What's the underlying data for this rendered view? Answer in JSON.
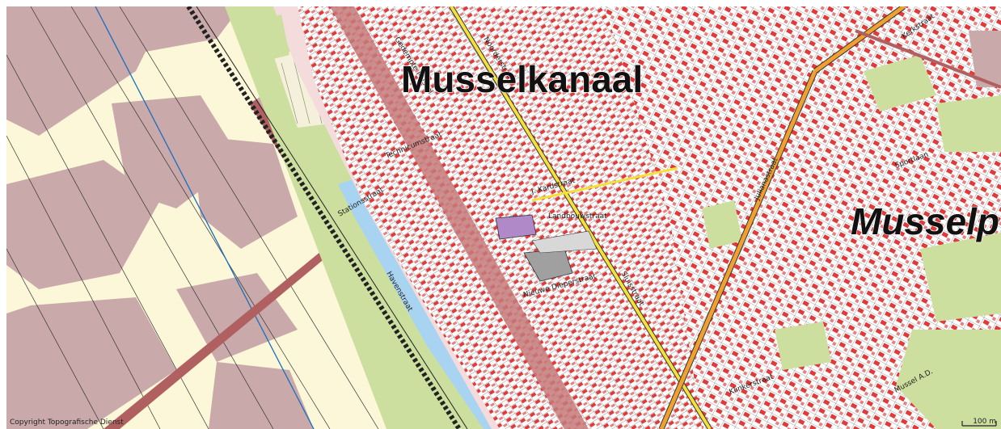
{
  "map": {
    "places": {
      "primary": "Musselkanaal",
      "secondary": "Musselp"
    },
    "streets": [
      "Technicumstraat",
      "Stationsstraat",
      "Landbouwstraat",
      "J. Kardstraat",
      "Gedempte Mussel",
      "Noorderstraat",
      "Sluisstraat",
      "Havenstraat",
      "Kerkstraat",
      "Julianastraat",
      "Klinkerstraat",
      "Nieuwe Dieperstraat",
      "Sportlaan",
      "Mussel A.D."
    ],
    "colors": {
      "built_up": "#e88080",
      "building": "#e03a3a",
      "agriculture": "#fbf7d8",
      "meadow": "#ccdf9f",
      "water": "#a8d4f2",
      "rail": "#222222",
      "main_road": "#f0a030",
      "secondary_road": "#f3e03a",
      "canal_road": "#b06060"
    },
    "copyright": "Copyright Topografische Dienst",
    "scale": "100 m"
  }
}
